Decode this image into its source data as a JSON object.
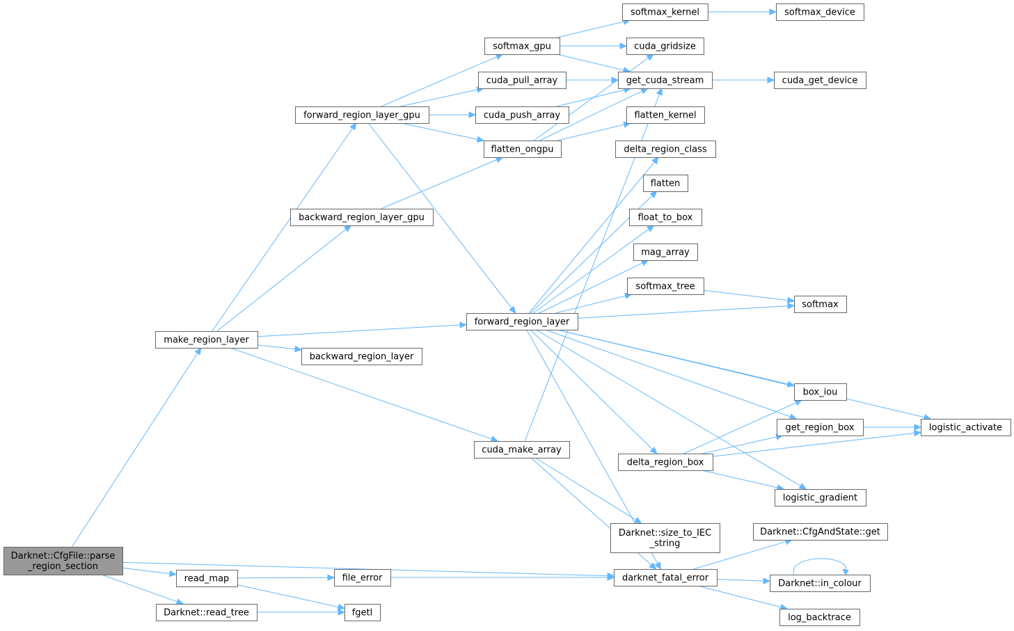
{
  "graph": {
    "nodes": [
      {
        "id": "parse",
        "lines": [
          "Darknet::CfgFile::parse",
          "_region_section"
        ],
        "root": true
      },
      {
        "id": "make_region_layer",
        "lines": [
          "make_region_layer"
        ]
      },
      {
        "id": "read_map",
        "lines": [
          "read_map"
        ]
      },
      {
        "id": "read_tree",
        "lines": [
          "Darknet::read_tree"
        ]
      },
      {
        "id": "forward_region_layer_gpu",
        "lines": [
          "forward_region_layer_gpu"
        ]
      },
      {
        "id": "backward_region_layer_gpu",
        "lines": [
          "backward_region_layer_gpu"
        ]
      },
      {
        "id": "backward_region_layer",
        "lines": [
          "backward_region_layer"
        ]
      },
      {
        "id": "forward_region_layer",
        "lines": [
          "forward_region_layer"
        ]
      },
      {
        "id": "cuda_make_array",
        "lines": [
          "cuda_make_array"
        ]
      },
      {
        "id": "file_error",
        "lines": [
          "file_error"
        ]
      },
      {
        "id": "fgetl",
        "lines": [
          "fgetl"
        ]
      },
      {
        "id": "softmax_gpu",
        "lines": [
          "softmax_gpu"
        ]
      },
      {
        "id": "cuda_pull_array",
        "lines": [
          "cuda_pull_array"
        ]
      },
      {
        "id": "cuda_push_array",
        "lines": [
          "cuda_push_array"
        ]
      },
      {
        "id": "flatten_ongpu",
        "lines": [
          "flatten_ongpu"
        ]
      },
      {
        "id": "softmax_kernel",
        "lines": [
          "softmax_kernel"
        ]
      },
      {
        "id": "cuda_gridsize",
        "lines": [
          "cuda_gridsize"
        ]
      },
      {
        "id": "get_cuda_stream",
        "lines": [
          "get_cuda_stream"
        ]
      },
      {
        "id": "flatten_kernel",
        "lines": [
          "flatten_kernel"
        ]
      },
      {
        "id": "delta_region_class",
        "lines": [
          "delta_region_class"
        ]
      },
      {
        "id": "flatten",
        "lines": [
          "flatten"
        ]
      },
      {
        "id": "float_to_box",
        "lines": [
          "float_to_box"
        ]
      },
      {
        "id": "mag_array",
        "lines": [
          "mag_array"
        ]
      },
      {
        "id": "softmax_tree",
        "lines": [
          "softmax_tree"
        ]
      },
      {
        "id": "delta_region_box",
        "lines": [
          "delta_region_box"
        ]
      },
      {
        "id": "size_to_IEC_string",
        "lines": [
          "Darknet::size_to_IEC",
          "_string"
        ]
      },
      {
        "id": "darknet_fatal_error",
        "lines": [
          "darknet_fatal_error"
        ]
      },
      {
        "id": "softmax_device",
        "lines": [
          "softmax_device"
        ]
      },
      {
        "id": "cuda_get_device",
        "lines": [
          "cuda_get_device"
        ]
      },
      {
        "id": "softmax",
        "lines": [
          "softmax"
        ]
      },
      {
        "id": "box_iou",
        "lines": [
          "box_iou"
        ]
      },
      {
        "id": "get_region_box",
        "lines": [
          "get_region_box"
        ]
      },
      {
        "id": "logistic_gradient",
        "lines": [
          "logistic_gradient"
        ]
      },
      {
        "id": "cfgandstate_get",
        "lines": [
          "Darknet::CfgAndState::get"
        ]
      },
      {
        "id": "in_colour",
        "lines": [
          "Darknet::in_colour"
        ]
      },
      {
        "id": "log_backtrace",
        "lines": [
          "log_backtrace"
        ]
      },
      {
        "id": "logistic_activate",
        "lines": [
          "logistic_activate"
        ]
      }
    ],
    "edges": [
      [
        "parse",
        "make_region_layer"
      ],
      [
        "parse",
        "darknet_fatal_error"
      ],
      [
        "parse",
        "read_map"
      ],
      [
        "parse",
        "read_tree"
      ],
      [
        "make_region_layer",
        "forward_region_layer_gpu"
      ],
      [
        "make_region_layer",
        "backward_region_layer_gpu"
      ],
      [
        "make_region_layer",
        "forward_region_layer"
      ],
      [
        "make_region_layer",
        "backward_region_layer"
      ],
      [
        "make_region_layer",
        "cuda_make_array"
      ],
      [
        "read_map",
        "file_error"
      ],
      [
        "read_map",
        "fgetl"
      ],
      [
        "read_tree",
        "fgetl"
      ],
      [
        "file_error",
        "darknet_fatal_error"
      ],
      [
        "forward_region_layer_gpu",
        "softmax_gpu"
      ],
      [
        "forward_region_layer_gpu",
        "cuda_pull_array"
      ],
      [
        "forward_region_layer_gpu",
        "cuda_push_array"
      ],
      [
        "forward_region_layer_gpu",
        "flatten_ongpu"
      ],
      [
        "forward_region_layer_gpu",
        "forward_region_layer"
      ],
      [
        "backward_region_layer_gpu",
        "flatten_ongpu"
      ],
      [
        "softmax_gpu",
        "softmax_kernel"
      ],
      [
        "softmax_gpu",
        "cuda_gridsize"
      ],
      [
        "softmax_gpu",
        "get_cuda_stream"
      ],
      [
        "cuda_pull_array",
        "get_cuda_stream"
      ],
      [
        "cuda_push_array",
        "get_cuda_stream"
      ],
      [
        "flatten_ongpu",
        "cuda_gridsize"
      ],
      [
        "flatten_ongpu",
        "get_cuda_stream"
      ],
      [
        "flatten_ongpu",
        "flatten_kernel"
      ],
      [
        "softmax_kernel",
        "softmax_device"
      ],
      [
        "get_cuda_stream",
        "cuda_get_device"
      ],
      [
        "forward_region_layer",
        "delta_region_class"
      ],
      [
        "forward_region_layer",
        "flatten"
      ],
      [
        "forward_region_layer",
        "float_to_box"
      ],
      [
        "forward_region_layer",
        "mag_array"
      ],
      [
        "forward_region_layer",
        "softmax_tree"
      ],
      [
        "forward_region_layer",
        "softmax"
      ],
      [
        "forward_region_layer",
        "logistic_activate"
      ],
      [
        "forward_region_layer",
        "box_iou"
      ],
      [
        "forward_region_layer",
        "get_region_box"
      ],
      [
        "forward_region_layer",
        "delta_region_box"
      ],
      [
        "forward_region_layer",
        "logistic_gradient"
      ],
      [
        "forward_region_layer",
        "darknet_fatal_error"
      ],
      [
        "softmax_tree",
        "softmax"
      ],
      [
        "cuda_make_array",
        "get_cuda_stream"
      ],
      [
        "cuda_make_array",
        "size_to_IEC_string"
      ],
      [
        "cuda_make_array",
        "darknet_fatal_error"
      ],
      [
        "delta_region_box",
        "box_iou"
      ],
      [
        "delta_region_box",
        "get_region_box"
      ],
      [
        "delta_region_box",
        "logistic_activate"
      ],
      [
        "delta_region_box",
        "logistic_gradient"
      ],
      [
        "get_region_box",
        "logistic_activate"
      ],
      [
        "darknet_fatal_error",
        "cfgandstate_get"
      ],
      [
        "darknet_fatal_error",
        "in_colour"
      ],
      [
        "darknet_fatal_error",
        "log_backtrace"
      ],
      [
        "in_colour",
        "in_colour"
      ]
    ]
  },
  "colors": {
    "edge": "#63b8ff",
    "node_border": "#666666",
    "root_fill": "#999999"
  }
}
